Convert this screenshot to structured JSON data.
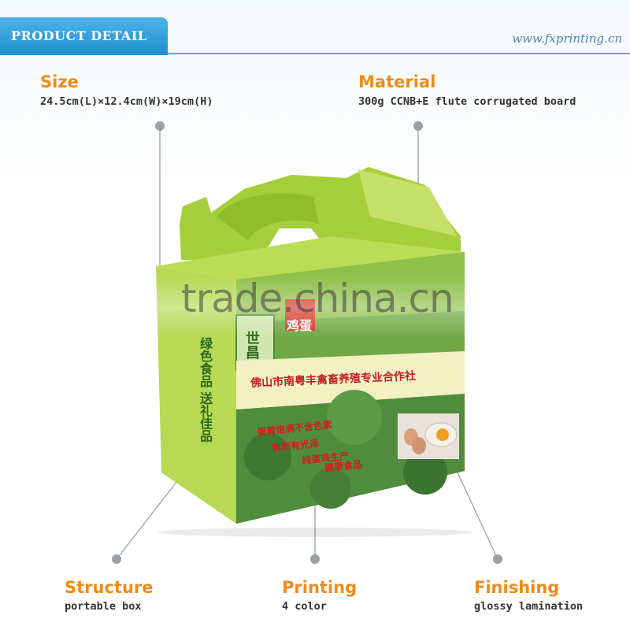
{
  "header": {
    "tab_label": "PRODUCT DETAIL",
    "site_url": "www.fxprinting.cn"
  },
  "specs": {
    "size": {
      "title": "Size",
      "value": "24.5cm(L)×12.4cm(W)×19cm(H)"
    },
    "material": {
      "title": "Material",
      "value": "300g CCNB+E flute corrugated board"
    },
    "structure": {
      "title": "Structure",
      "value": "portable box"
    },
    "printing": {
      "title": "Printing",
      "value": "4 color"
    },
    "finishing": {
      "title": "Finishing",
      "value": "glossy lamination"
    }
  },
  "box": {
    "vertical_text": "绿色食品 送礼佳品",
    "banner_text": "佛山市南粤丰禽畜养殖专业合作社",
    "slogans": [
      "蛋黄饱满不含色素",
      "黄而有光泽",
      "纯蛋鸡生产",
      "健康食品"
    ],
    "stamp_text": "世昌",
    "brand_text": "鸡蛋"
  },
  "watermark": "trade.china.cn",
  "colors": {
    "accent": "#f08a1a",
    "header_blue": "#2a9ad8",
    "box_green": "#a8d23a"
  }
}
